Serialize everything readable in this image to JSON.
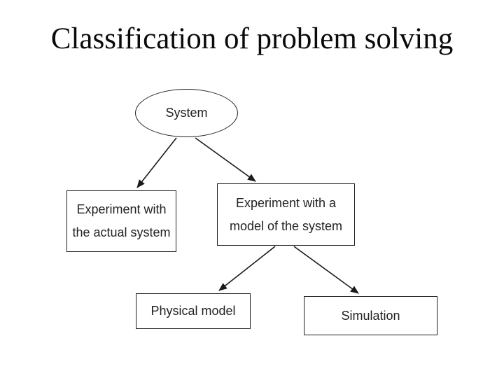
{
  "slide": {
    "title": "Classification of problem solving",
    "background_color": "#ffffff",
    "title_color": "#0a0a0a"
  },
  "diagram": {
    "type": "tree",
    "line_color": "#1a1a1a",
    "text_color": "#222222",
    "nodes": {
      "system": {
        "label": "System",
        "shape": "ellipse"
      },
      "actual": {
        "line1": "Experiment with",
        "line2": "the actual system",
        "shape": "rectangle"
      },
      "model": {
        "line1": "Experiment with a",
        "line2": "model of the system",
        "shape": "rectangle"
      },
      "physical": {
        "label": "Physical model",
        "shape": "rectangle"
      },
      "simulation": {
        "label": "Simulation",
        "shape": "rectangle"
      }
    },
    "edges": [
      {
        "from": "System",
        "to": "Experiment with the actual system"
      },
      {
        "from": "System",
        "to": "Experiment with a model of the system"
      },
      {
        "from": "Experiment with a model of the system",
        "to": "Physical model"
      },
      {
        "from": "Experiment with a model of the system",
        "to": "Simulation"
      }
    ]
  }
}
